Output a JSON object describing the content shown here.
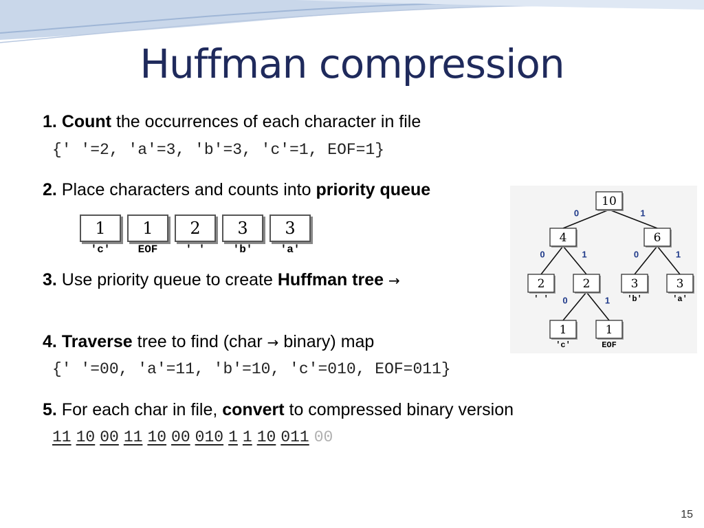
{
  "title": "Huffman compression",
  "steps": [
    {
      "num": "1.",
      "bold": "Count",
      "rest": " the occurrences of each character in file"
    },
    {
      "num": "2.",
      "pre": " Place characters and counts into ",
      "bold": "priority queue"
    },
    {
      "num": "3.",
      "pre": " Use priority queue to create ",
      "bold": "Huffman tree",
      "arrow": "→"
    },
    {
      "num": "4.",
      "bold": "Traverse",
      "rest": " tree to find (char ",
      "arrow": "→",
      "rest2": " binary) map"
    },
    {
      "num": "5.",
      "pre": " For each char in file, ",
      "bold": "convert",
      "rest": " to compressed binary version"
    }
  ],
  "counts_line": "{' '=2, 'a'=3, 'b'=3, 'c'=1, EOF=1}",
  "map_line": "{' '=00, 'a'=11, 'b'=10, 'c'=010, EOF=011}",
  "bits": [
    "11",
    "10",
    "00",
    "11",
    "10",
    "00",
    "010",
    "1",
    "1",
    "10",
    "011"
  ],
  "bits_padding": "00",
  "queue": [
    {
      "count": "1",
      "label": "'c'"
    },
    {
      "count": "1",
      "label": "EOF"
    },
    {
      "count": "2",
      "label": "' '"
    },
    {
      "count": "3",
      "label": "'b'"
    },
    {
      "count": "3",
      "label": "'a'"
    }
  ],
  "tree": {
    "nodes": [
      {
        "id": "n10",
        "value": "10",
        "label": ""
      },
      {
        "id": "n4",
        "value": "4",
        "label": ""
      },
      {
        "id": "n6",
        "value": "6",
        "label": ""
      },
      {
        "id": "nsp",
        "value": "2",
        "label": "' '"
      },
      {
        "id": "n2",
        "value": "2",
        "label": ""
      },
      {
        "id": "nb",
        "value": "3",
        "label": "'b'"
      },
      {
        "id": "na",
        "value": "3",
        "label": "'a'"
      },
      {
        "id": "nc",
        "value": "1",
        "label": "'c'"
      },
      {
        "id": "neof",
        "value": "1",
        "label": "EOF"
      }
    ],
    "edges": [
      {
        "from": "n10",
        "to": "n4",
        "bit": "0"
      },
      {
        "from": "n10",
        "to": "n6",
        "bit": "1"
      },
      {
        "from": "n4",
        "to": "nsp",
        "bit": "0"
      },
      {
        "from": "n4",
        "to": "n2",
        "bit": "1"
      },
      {
        "from": "n6",
        "to": "nb",
        "bit": "0"
      },
      {
        "from": "n6",
        "to": "na",
        "bit": "1"
      },
      {
        "from": "n2",
        "to": "nc",
        "bit": "0"
      },
      {
        "from": "n2",
        "to": "neof",
        "bit": "1"
      }
    ]
  },
  "page_number": "15",
  "colors": {
    "title": "#1f2a5c",
    "bit_label": "#1f3a8a",
    "swoosh": "#9fb6d6"
  }
}
